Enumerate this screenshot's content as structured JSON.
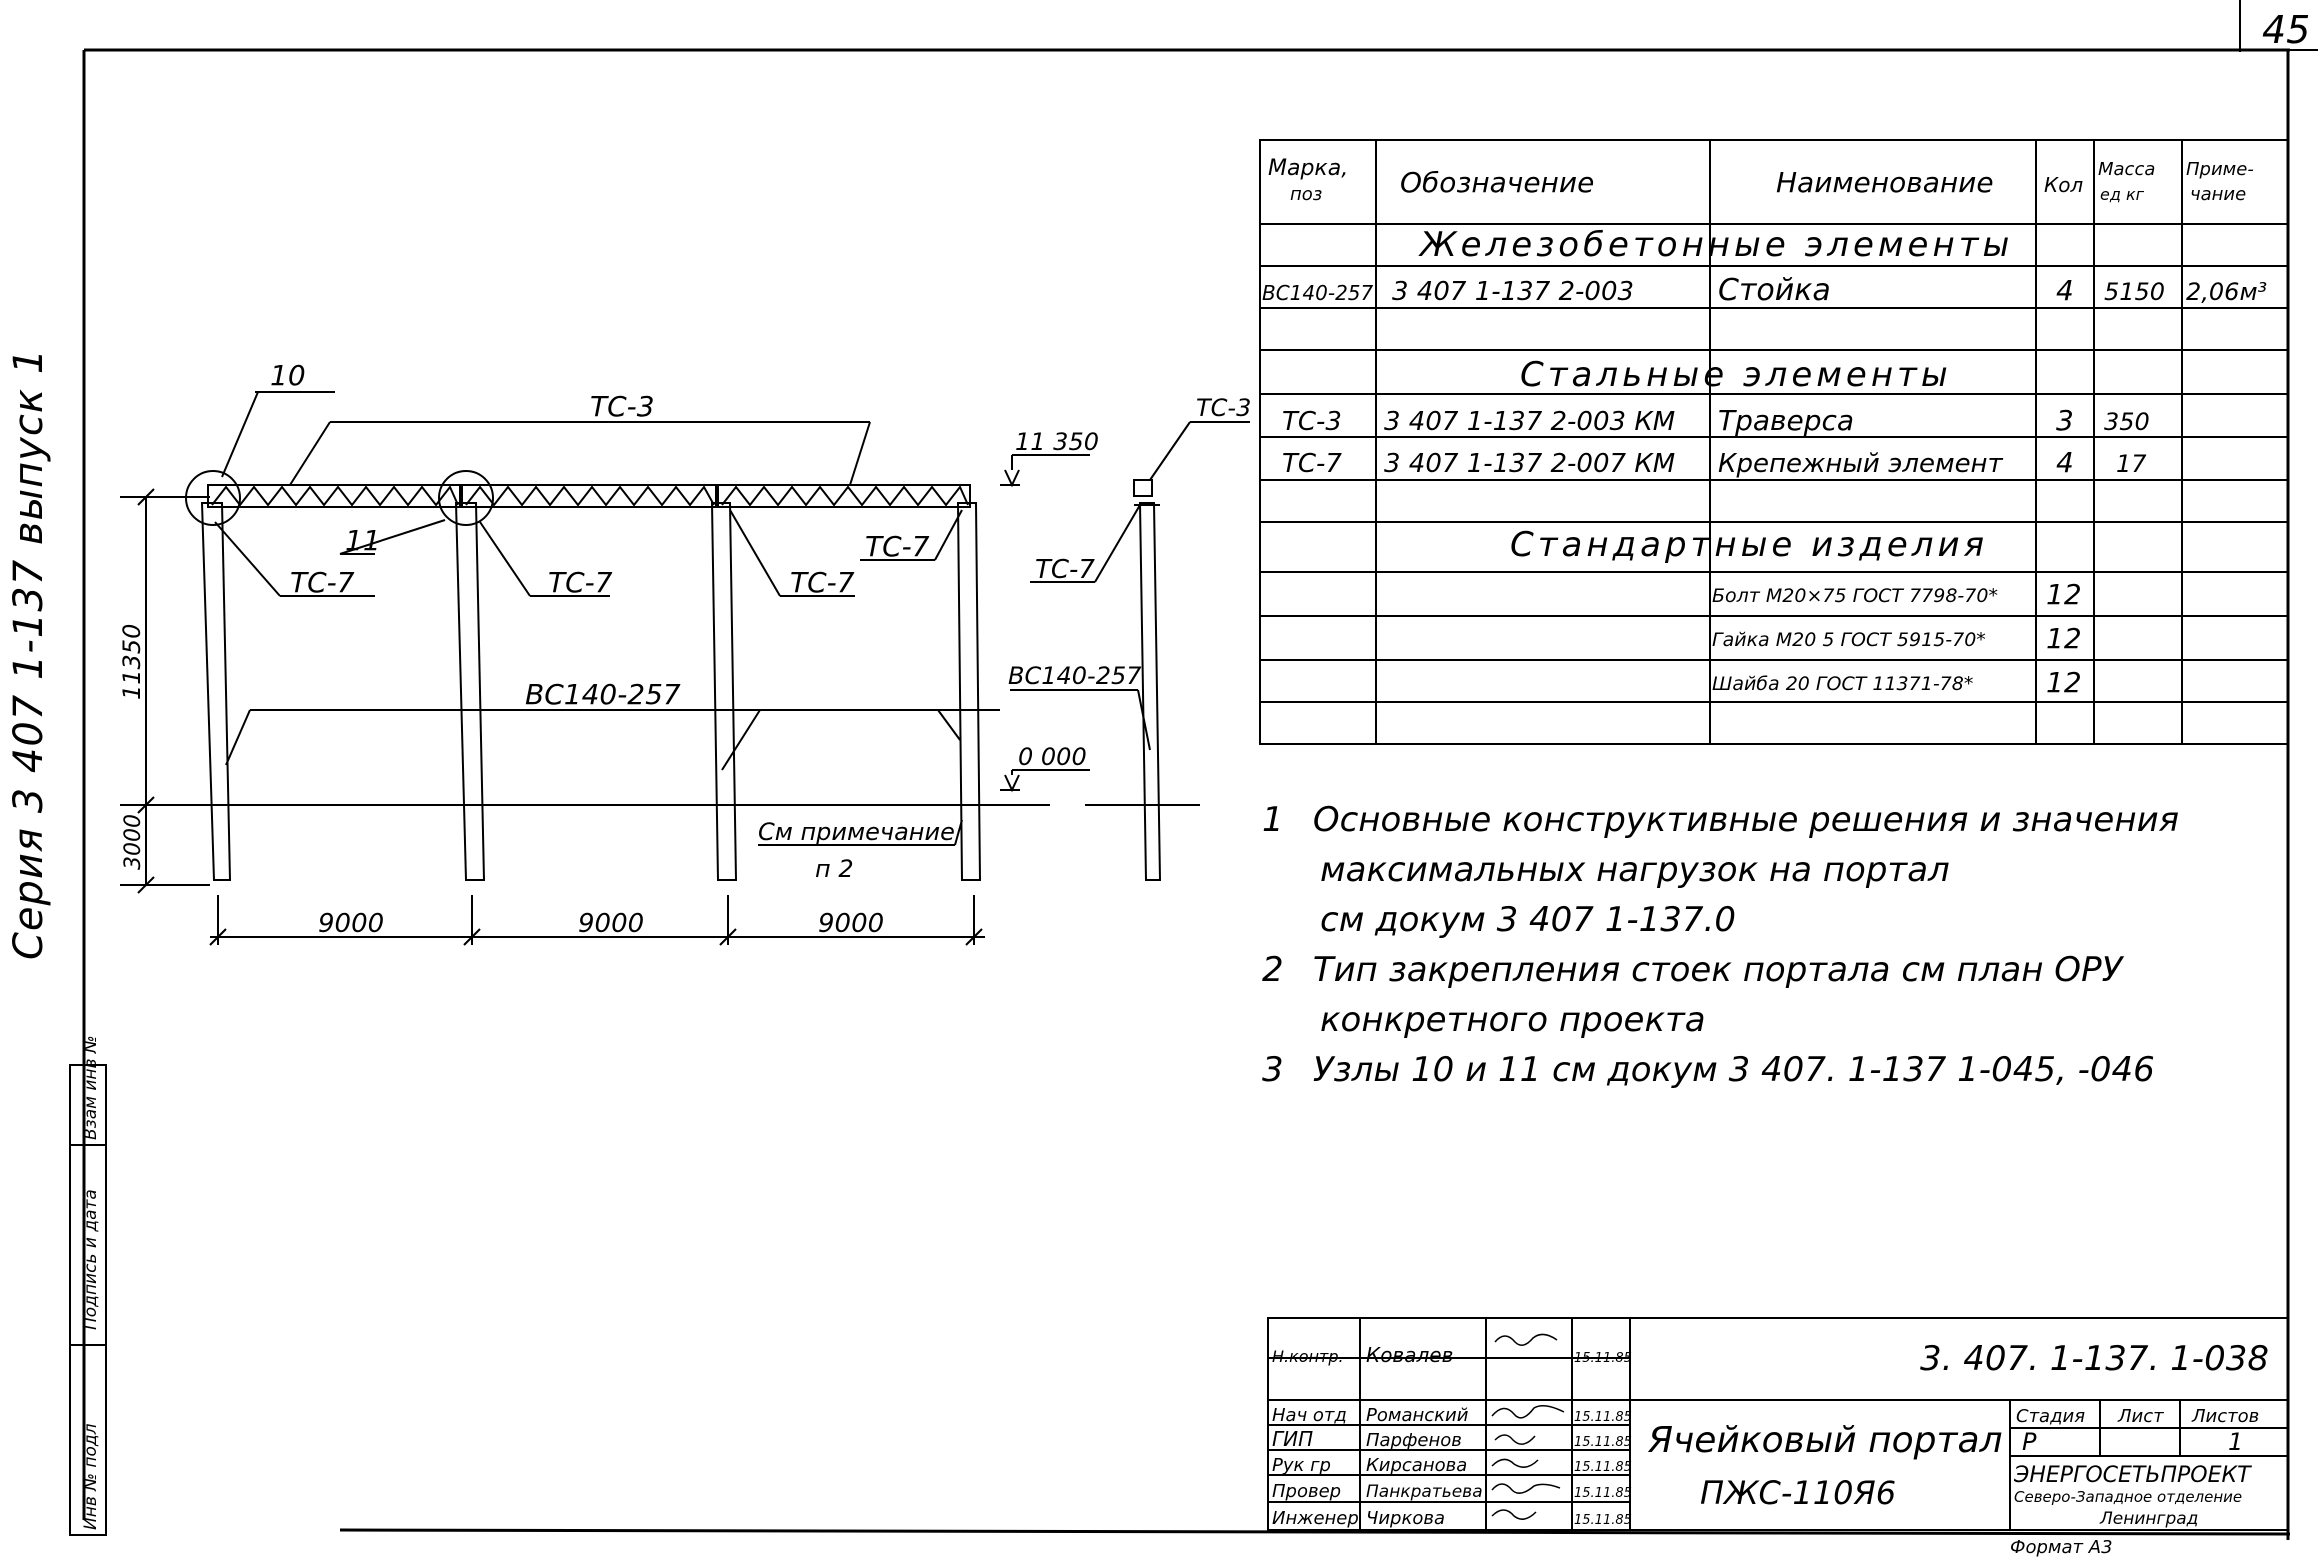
{
  "sheet_number": "45",
  "series_label": "Серия 3 407 1-137 выпуск 1",
  "spec_table": {
    "headers": [
      "Марка, поз",
      "Обозначение",
      "Наименование",
      "Кол",
      "Масса ед кг",
      "Приме- чание"
    ],
    "sections": {
      "rc": "Железобетонные элементы",
      "steel": "Стальные элементы",
      "std": "Стандартные изделия"
    },
    "rows": [
      {
        "mark": "ВС140-257",
        "designation": "3 407 1-137  2-003",
        "name": "Стойка",
        "qty": "4",
        "mass": "5150",
        "note": "2,06м³"
      },
      {
        "mark": "ТС-3",
        "designation": "3 407 1-137 2-003 КМ",
        "name": "Траверса",
        "qty": "3",
        "mass": "350",
        "note": ""
      },
      {
        "mark": "ТС-7",
        "designation": "3 407 1-137 2-007 КМ",
        "name": "Крепежный элемент",
        "qty": "4",
        "mass": "17",
        "note": ""
      },
      {
        "mark": "",
        "designation": "",
        "name": "Болт М20×75 ГОСТ 7798-70*",
        "qty": "12",
        "mass": "",
        "note": ""
      },
      {
        "mark": "",
        "designation": "",
        "name": "Гайка М20 5 ГОСТ 5915-70*",
        "qty": "12",
        "mass": "",
        "note": ""
      },
      {
        "mark": "",
        "designation": "",
        "name": "Шайба 20 ГОСТ 11371-78*",
        "qty": "12",
        "mass": "",
        "note": ""
      }
    ]
  },
  "drawing": {
    "callout_10": "10",
    "callout_11": "11",
    "tc3": "ТС-3",
    "tc7": "ТС-7",
    "column": "ВС140-257",
    "elev_top": "11 350",
    "elev_zero": "0 000",
    "dim_height": "11350",
    "dim_embed": "3000",
    "span": "9000",
    "see_note": "См примечание",
    "see_note_item": "п 2",
    "side_tc3": "ТС-3",
    "side_tc7": "ТС-7",
    "side_column": "ВС140-257"
  },
  "notes": [
    {
      "num": "1",
      "lines": [
        "Основные конструктивные решения и значения",
        "максимальных нагрузок на портал",
        "см докум 3 407 1-137.0"
      ]
    },
    {
      "num": "2",
      "lines": [
        "Тип закрепления стоек портала см план ОРУ",
        "конкретного проекта"
      ]
    },
    {
      "num": "3",
      "lines": [
        "Узлы 10 и 11 см докум 3 407. 1-137 1-045, -046"
      ]
    }
  ],
  "title_block": {
    "doc_code": "3. 407. 1-137. 1-038",
    "title_line1": "Ячейковый портал",
    "title_line2": "ПЖС-110Я6",
    "stage_label": "Стадия",
    "sheet_label": "Лист",
    "sheets_label": "Листов",
    "stage": "Р",
    "sheets": "1",
    "org1": "ЭНЕРГОСЕТЬПРОЕКТ",
    "org2": "Северо-Западное отделение",
    "org3": "Ленинград",
    "people": [
      {
        "role": "Н.контр.",
        "name": "Ковалев",
        "date": "15.11.85"
      },
      {
        "role": "Нач отд",
        "name": "Романский",
        "date": "15.11.85"
      },
      {
        "role": "ГИП",
        "name": "Парфенов",
        "date": "15.11.85"
      },
      {
        "role": "Рук гр",
        "name": "Кирсанова",
        "date": "15.11.85"
      },
      {
        "role": "Провер",
        "name": "Панкратьева",
        "date": "15.11.85"
      },
      {
        "role": "Инженер",
        "name": "Чиркова",
        "date": "15.11.85"
      }
    ]
  },
  "side_stamp": [
    "Инв № подл",
    "Подпись и дата",
    "Взам инв №"
  ],
  "format_label": "Формат А3"
}
